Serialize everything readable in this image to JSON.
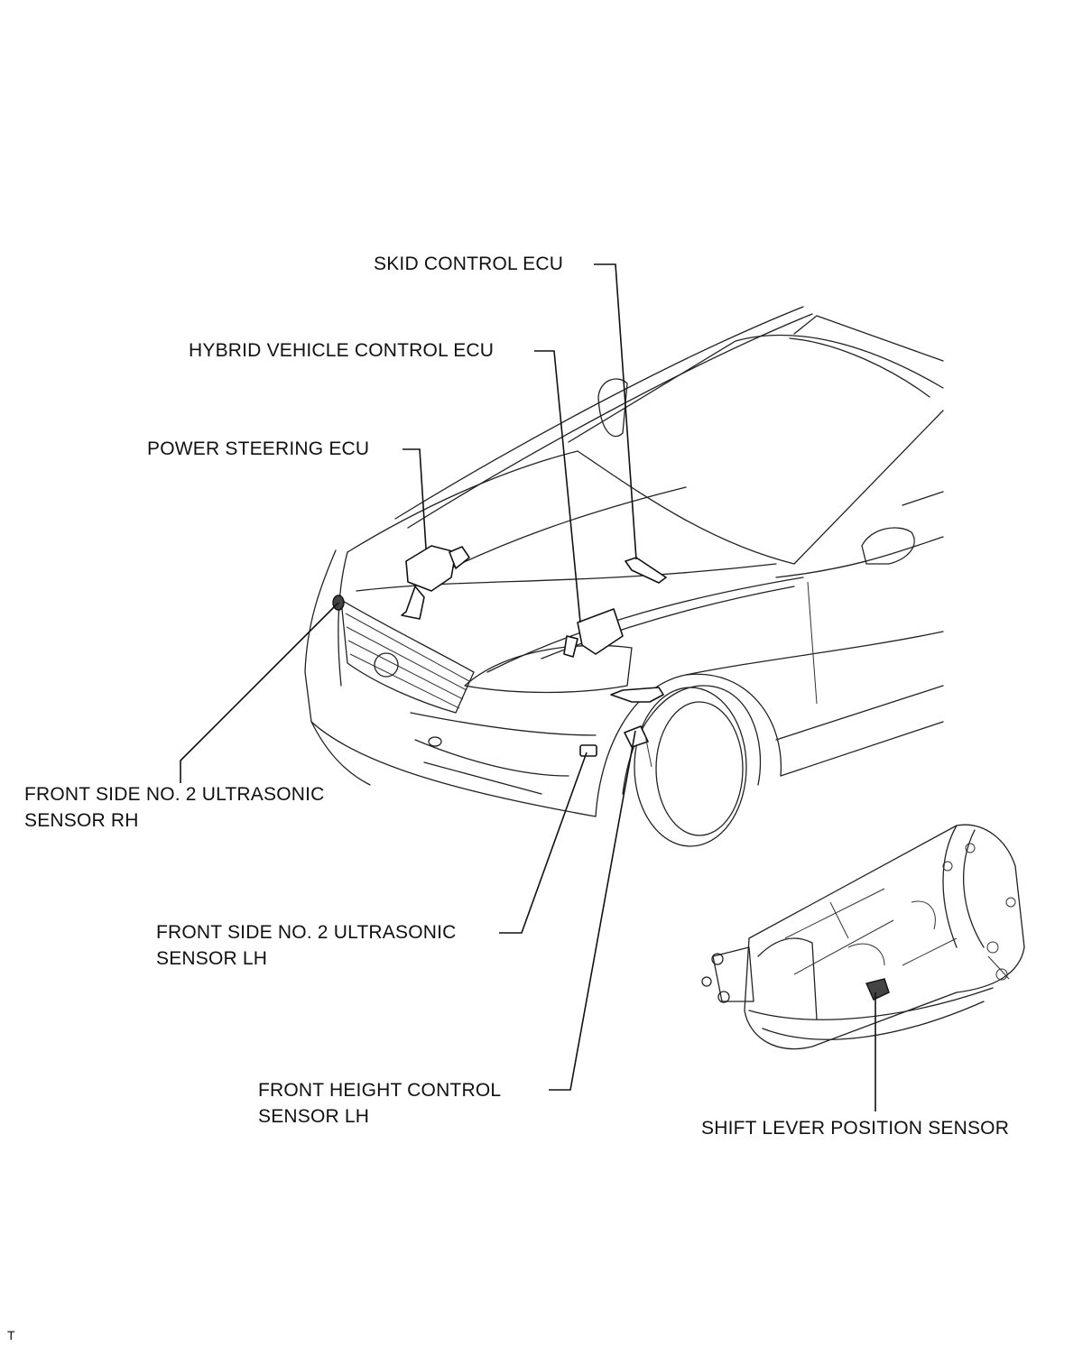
{
  "labels": {
    "skid_control_ecu": "SKID CONTROL ECU",
    "hybrid_vehicle_control_ecu": "HYBRID VEHICLE CONTROL ECU",
    "power_steering_ecu": "POWER STEERING ECU",
    "front_side_no2_ultrasonic_rh_line1": "FRONT SIDE NO. 2 ULTRASONIC",
    "front_side_no2_ultrasonic_rh_line2": "SENSOR RH",
    "front_side_no2_ultrasonic_lh_line1": "FRONT SIDE NO. 2 ULTRASONIC",
    "front_side_no2_ultrasonic_lh_line2": "SENSOR LH",
    "front_height_control_lh_line1": "FRONT HEIGHT CONTROL",
    "front_height_control_lh_line2": "SENSOR LH",
    "shift_lever_position_sensor": "SHIFT LEVER POSITION SENSOR"
  },
  "corner_mark": "T",
  "colors": {
    "line": "#111111",
    "background": "#ffffff"
  }
}
